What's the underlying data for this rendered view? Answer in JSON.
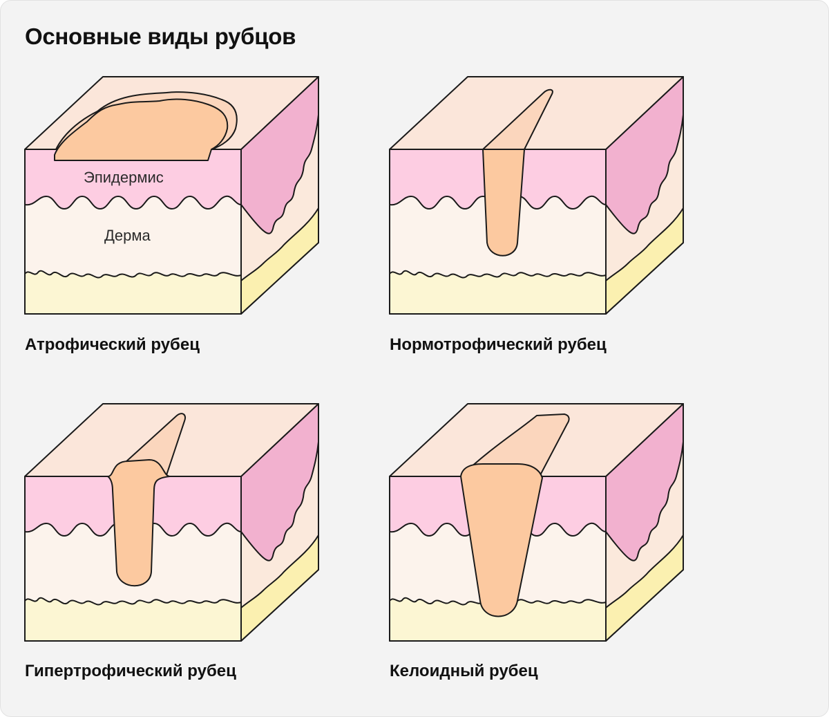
{
  "title": "Основные виды рубцов",
  "labels": {
    "epidermis": "Эпидермис",
    "dermis": "Дерма"
  },
  "panels": [
    {
      "caption": "Атрофический рубец"
    },
    {
      "caption": "Нормотрофический рубец"
    },
    {
      "caption": "Гипертрофический рубец"
    },
    {
      "caption": "Келоидный рубец"
    }
  ],
  "colors": {
    "background": "#f3f3f3",
    "top_face": "#fbe6da",
    "epidermis": "#fdcde2",
    "side_epidermis": "#f2b1cf",
    "dermis": "#fcf3ec",
    "side_dermis": "#fbe9dc",
    "fat": "#fcf6d3",
    "side_fat": "#fbf0b0",
    "scar": "#fcc9a0",
    "scar_top": "#fbd6bd",
    "outline": "#1a1a1a"
  }
}
